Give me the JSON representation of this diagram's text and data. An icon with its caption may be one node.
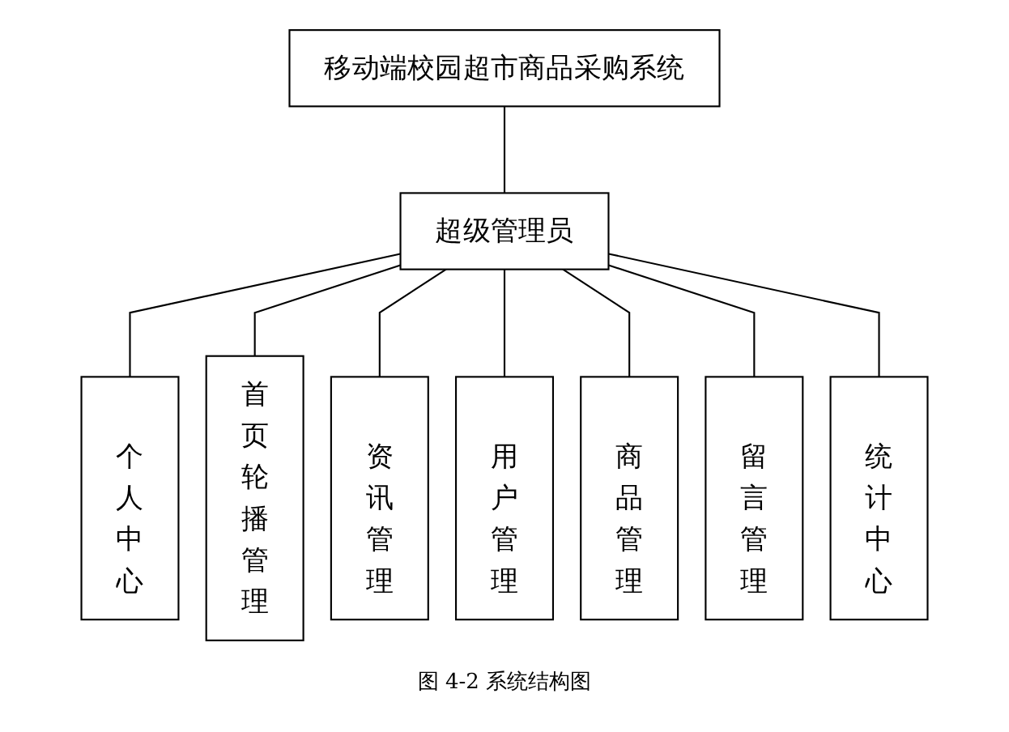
{
  "diagram": {
    "caption": "图 4-2 系统结构图",
    "nodes": [
      {
        "text": [
          "移动端校园超市商品采购系统"
        ]
      },
      {
        "text": [
          "超级管理员"
        ]
      },
      {
        "text": [
          "个人中心"
        ]
      },
      {
        "text": [
          "首页轮播管理"
        ]
      },
      {
        "text": [
          "资讯管理"
        ]
      },
      {
        "text": [
          "用户管理"
        ]
      },
      {
        "text": [
          "商品管理"
        ]
      },
      {
        "text": [
          "留言管理"
        ]
      },
      {
        "text": [
          "统计中心"
        ]
      }
    ],
    "edges": [
      {
        "from": 0,
        "to": 1,
        "arrow": "none"
      },
      {
        "from": 1,
        "to": 2,
        "arrow": "none"
      },
      {
        "from": 1,
        "to": 3,
        "arrow": "none"
      },
      {
        "from": 1,
        "to": 4,
        "arrow": "none"
      },
      {
        "from": 1,
        "to": 5,
        "arrow": "none"
      },
      {
        "from": 1,
        "to": 6,
        "arrow": "none"
      },
      {
        "from": 1,
        "to": 7,
        "arrow": "none"
      },
      {
        "from": 1,
        "to": 8,
        "arrow": "none"
      }
    ]
  }
}
